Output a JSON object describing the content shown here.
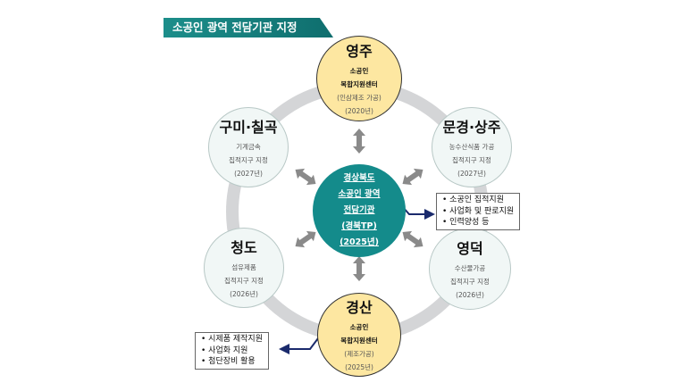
{
  "title": "소공인 광역 전담기관 지정",
  "center": {
    "lines": [
      "경상북도",
      "소공인 광역",
      "전담기관",
      "(경북TP)",
      "(2025년)"
    ]
  },
  "nodes": {
    "yeongju": {
      "name": "영주",
      "lines": [
        "소공인",
        "복합지원센터",
        "(인삼제조 가공)",
        "(2020년)"
      ]
    },
    "gumi": {
      "name": "구미·칠곡",
      "lines": [
        "기계금속",
        "집적지구 지정",
        "(2027년)"
      ]
    },
    "mungyeong": {
      "name": "문경·상주",
      "lines": [
        "농수산식품 가공",
        "집적지구 지정",
        "(2027년)"
      ]
    },
    "cheongdo": {
      "name": "청도",
      "lines": [
        "섬유제품",
        "집적지구 지정",
        "(2026년)"
      ]
    },
    "yeongdeok": {
      "name": "영덕",
      "lines": [
        "수산물가공",
        "집적지구 지정",
        "(2026년)"
      ]
    },
    "gyeongsan": {
      "name": "경산",
      "lines": [
        "소공인",
        "복합지원센터",
        "(제조가공)",
        "(2025년)"
      ]
    }
  },
  "center_box": [
    "소공인 집적지원",
    "사업화 및 판로지원",
    "인력양성 등"
  ],
  "gyeongsan_box": [
    "시제품 제작지원",
    "사업화 지원",
    "첨단장비 활용"
  ]
}
